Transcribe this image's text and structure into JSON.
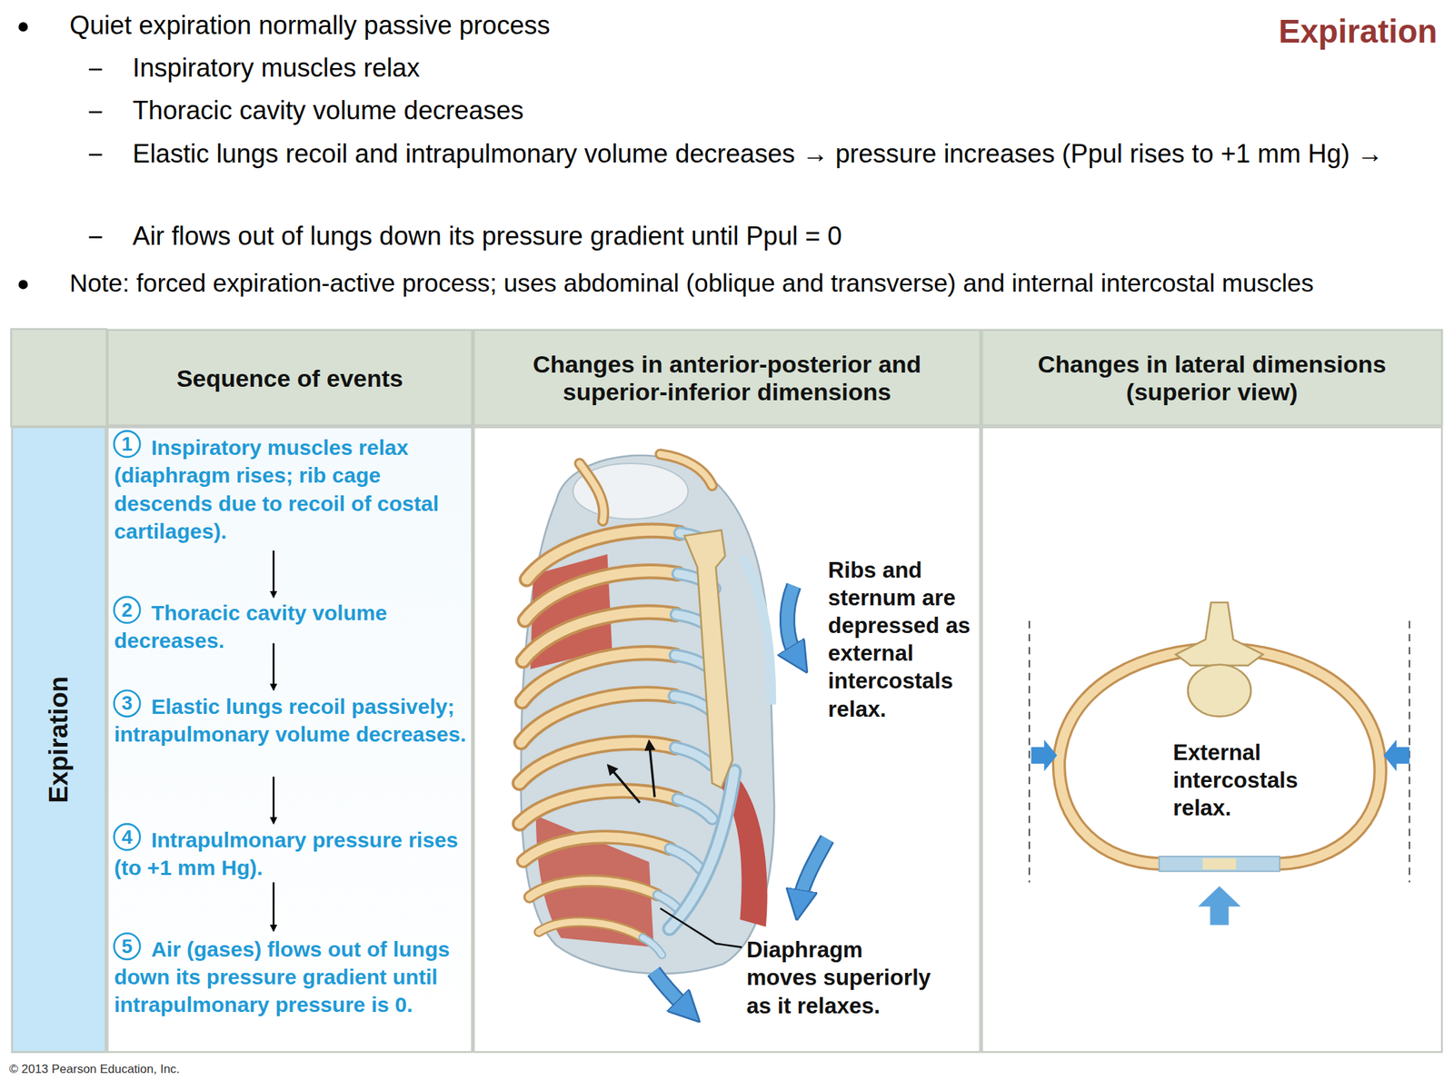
{
  "diagram": {
    "title": "Expiration",
    "nodes": [
      {
        "text": [
          "Sequence of events"
        ]
      },
      {
        "text": [
          "Changes in anterior-posterior and superior-inferior dimensions"
        ]
      },
      {
        "text": [
          "Changes in lateral dimensions (superior view)"
        ]
      },
      {
        "text": [
          "Expiration"
        ]
      },
      {
        "text": [
          "Inspiratory muscles relax (diaphragm rises; rib cage descends due to recoil of costal cartilages).",
          "Thoracic cavity volume decreases.",
          "Elastic lungs recoil passively; intrapulmonary volume decreases.",
          "Intrapulmonary pressure rises (to +1 mm Hg).",
          "Air (gases) flows out of lungs down its pressure gradient until intrapulmonary pressure is 0."
        ]
      },
      {
        "text": [
          "Ribs and sternum are depressed as external intercostals relax.",
          "Diaphragm moves superiorly as it relaxes."
        ]
      },
      {
        "text": [
          "External intercostals relax."
        ]
      }
    ],
    "labels": [
      "Quiet expiration normally passive process",
      "Inspiratory muscles relax",
      "Thoracic cavity volume decreases",
      "Elastic lungs recoil and intrapulmonary volume decreases → pressure increases (Ppul rises to +1 mm Hg) →",
      "Air flows out of lungs down its pressure gradient until Ppul = 0",
      "Note: forced expiration-active process; uses abdominal (oblique and transverse) and internal intercostal muscles",
      "1",
      "2",
      "3",
      "4",
      "5",
      "© 2013 Pearson Education, Inc."
    ]
  }
}
